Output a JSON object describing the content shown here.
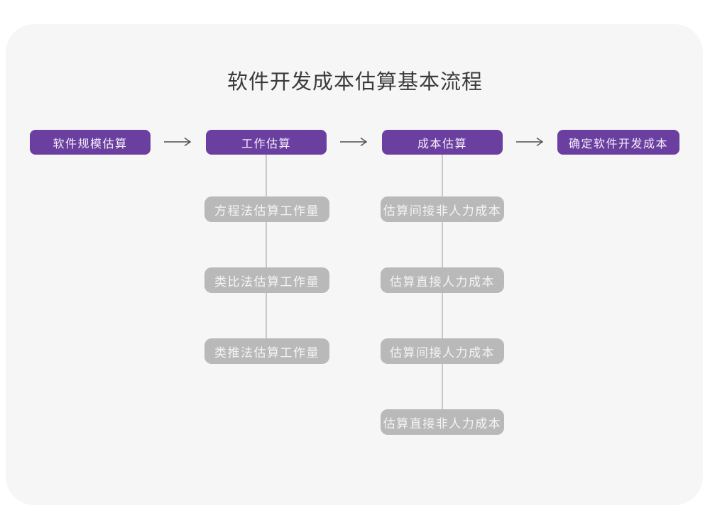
{
  "title": "软件开发成本估算基本流程",
  "flow": {
    "main": [
      "软件规模估算",
      "工作估算",
      "成本估算",
      "确定软件开发成本"
    ],
    "work_sub": [
      "方程法估算工作量",
      "类比法估算工作量",
      "类推法估算工作量"
    ],
    "cost_sub": [
      "估算间接非人力成本",
      "估算直接人力成本",
      "估算间接人力成本",
      "估算直接非人力成本"
    ]
  },
  "colors": {
    "accent_purple": "#6B3FA0",
    "sub_box_gray": "#B9B9B9",
    "connector_gray": "#C9C9C9",
    "arrow_gray": "#4F4F4F"
  }
}
